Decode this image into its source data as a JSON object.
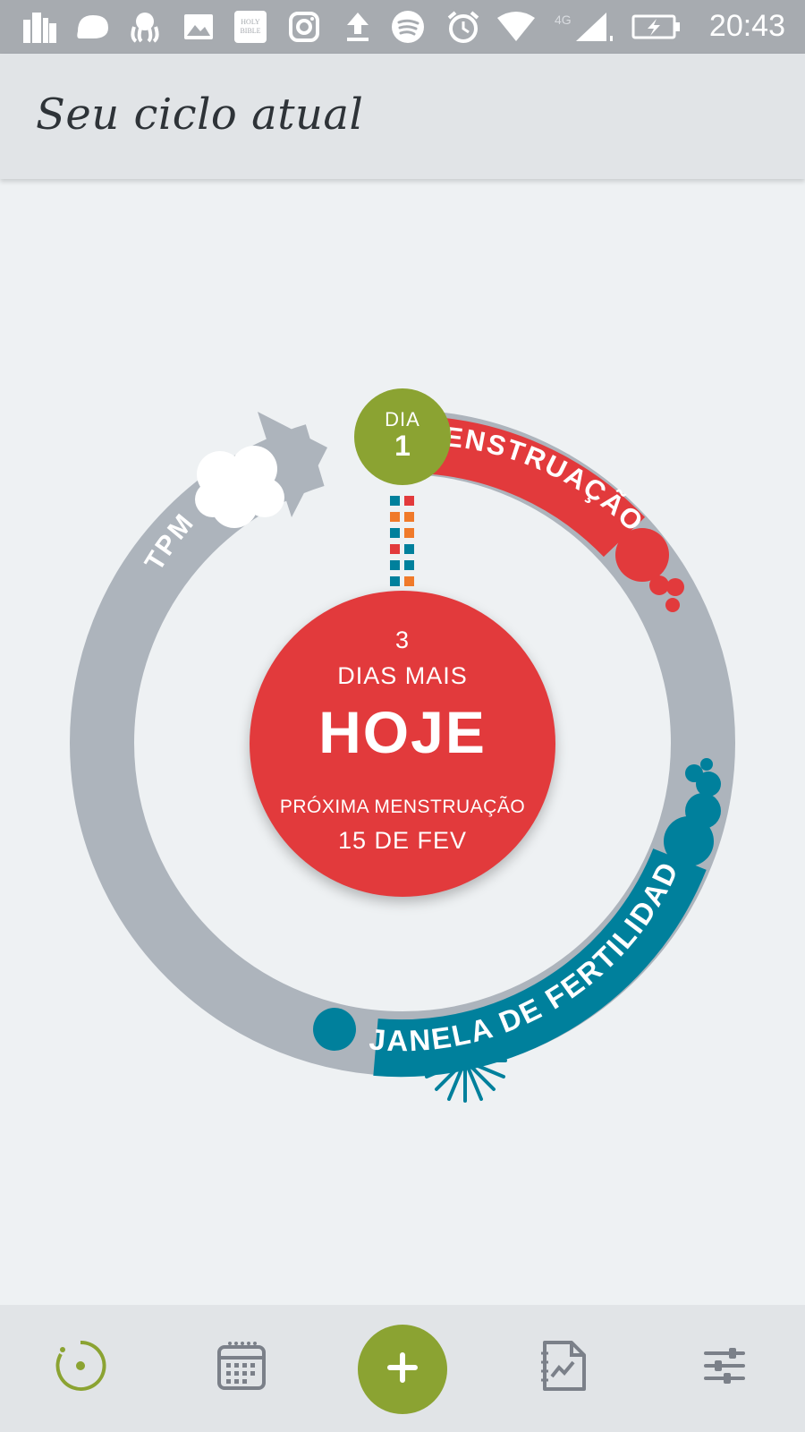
{
  "status_bar": {
    "network": "4G",
    "time": "20:43",
    "icons": [
      "city-icon",
      "chat-bubble-icon",
      "octopus-icon",
      "gallery-icon",
      "bible-icon",
      "instagram-icon",
      "upload-icon",
      "spotify-icon",
      "alarm-icon",
      "wifi-icon",
      "signal-icon",
      "battery-charging-icon"
    ]
  },
  "header": {
    "title": "Seu ciclo atual"
  },
  "cycle": {
    "day_label": "DIA",
    "day_number": "1",
    "menstruation_label": "MENSTRUAÇÃO",
    "fertility_label": "JANELA DE FERTILIDADE",
    "pms_label": "TPM",
    "days_count": "3",
    "days_more_label": "DIAS MAIS",
    "today_label": "HOJE",
    "next_label": "PRÓXIMA MENSTRUAÇÃO",
    "next_date": "15 DE FEV"
  },
  "colors": {
    "accent_green": "#8ba332",
    "menstruation_red": "#e23a3c",
    "fertility_teal": "#00809c",
    "ring_gray": "#adb4bc"
  },
  "bottom_nav": {
    "items": [
      "cycle-icon",
      "calendar-icon",
      "add-icon",
      "notes-chart-icon",
      "settings-sliders-icon"
    ]
  }
}
